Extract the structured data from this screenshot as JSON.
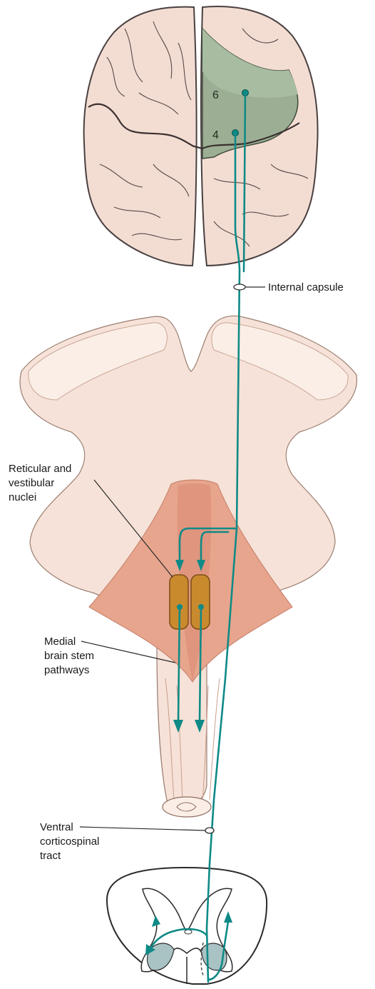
{
  "labels": {
    "area6": "6",
    "area4": "4",
    "internal_capsule": "Internal capsule",
    "reticular_vestibular": [
      "Reticular and",
      "vestibular",
      "nuclei"
    ],
    "medial_pathways": [
      "Medial",
      "brain stem",
      "pathways"
    ],
    "ventral_tract": [
      "Ventral",
      "corticospinal",
      "tract"
    ]
  },
  "colors": {
    "pathway": "#0f8a86",
    "brain_fill": "#f3ddd3",
    "brain_outline": "#4a4040",
    "motor_area": "#9caf94",
    "motor_area_dark": "#7f9479",
    "brainstem_fill": "#f6e2d8",
    "brainstem_shadow": "#e0b8a6",
    "medulla_fill": "#e8a58e",
    "nuclei_fill": "#c98a2e",
    "grey_matter": "#a9c2c4"
  }
}
